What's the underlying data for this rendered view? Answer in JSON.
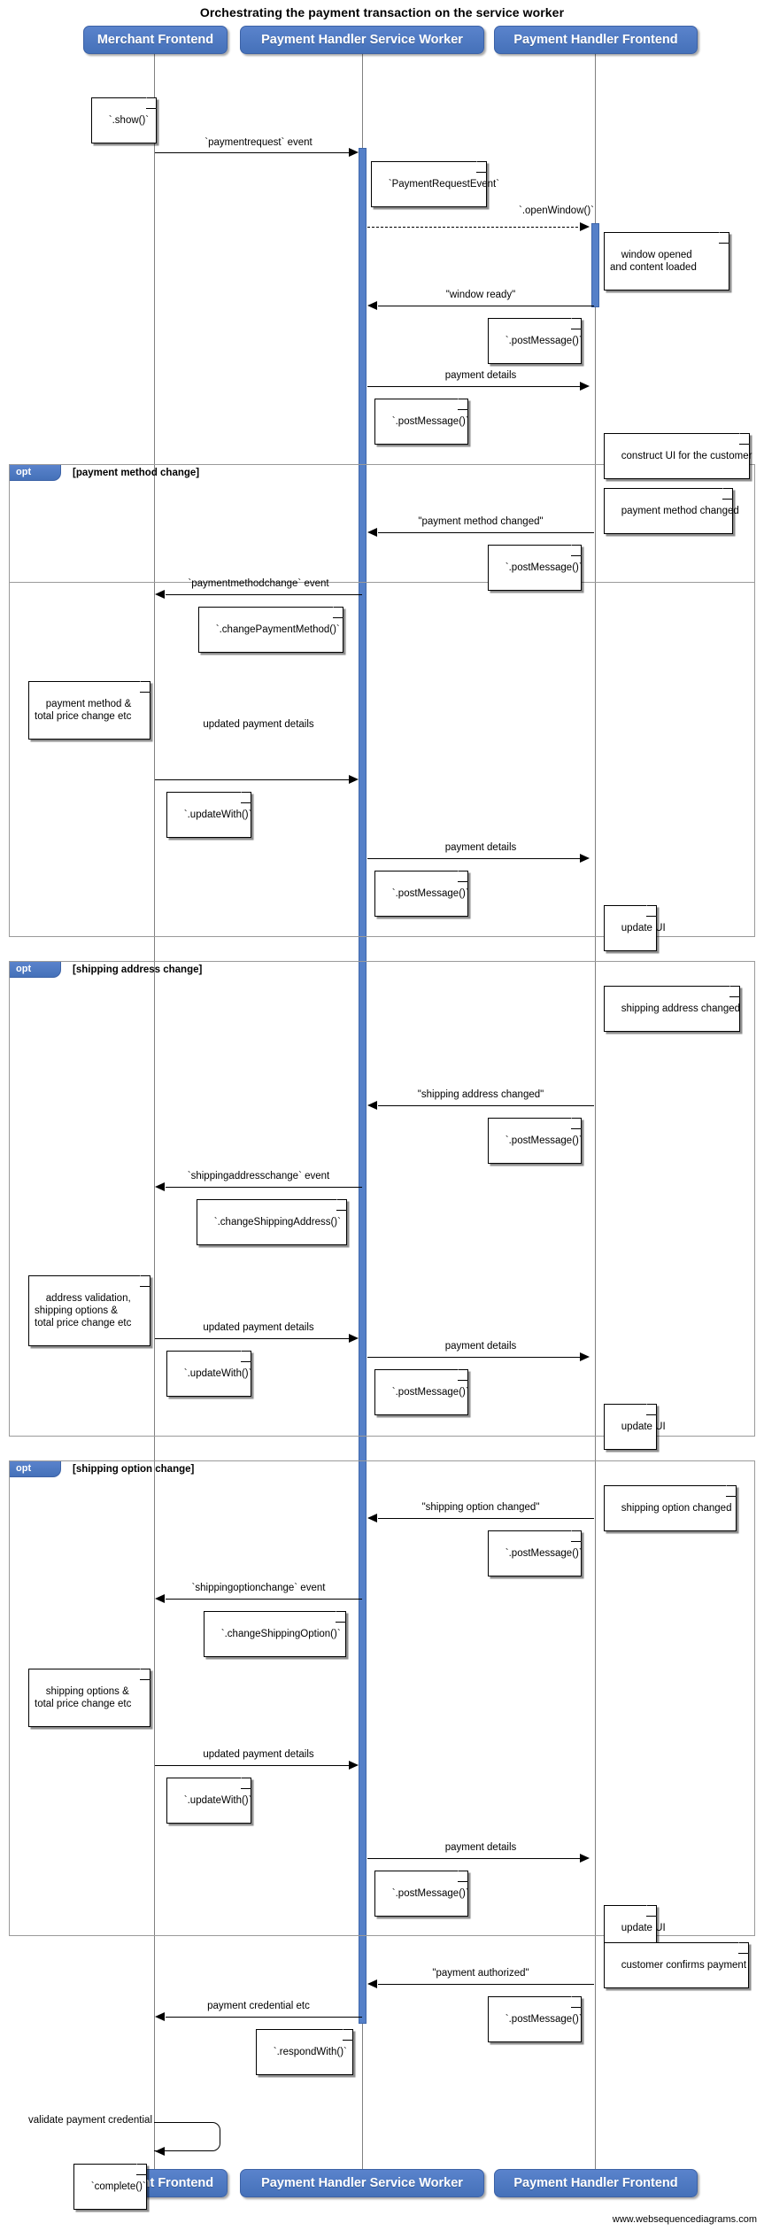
{
  "title": "Orchestrating the payment transaction on the service worker",
  "credit": "www.websequencediagrams.com",
  "colors": {
    "actor_fill": "#4e79c4",
    "activation_fill": "#5580c8",
    "lifeline": "#808080",
    "fragment_border": "#9a9a9a",
    "note_fill": "#ffffff",
    "text": "#000000"
  },
  "participants": [
    {
      "id": "merchant",
      "label": "Merchant Frontend"
    },
    {
      "id": "sw",
      "label": "Payment Handler Service Worker"
    },
    {
      "id": "frontend",
      "label": "Payment Handler Frontend"
    }
  ],
  "fragments": [
    {
      "kind": "opt",
      "condition": "[payment method change]"
    },
    {
      "kind": "opt",
      "condition": "[shipping address change]"
    },
    {
      "kind": "opt",
      "condition": "[shipping option change]"
    }
  ],
  "messages": [
    {
      "id": "m1",
      "from": "merchant",
      "to": "sw",
      "label": "`paymentrequest` event",
      "style": "solid"
    },
    {
      "id": "m2",
      "from": "sw",
      "to": "frontend",
      "label": "`.openWindow()`",
      "style": "dashed"
    },
    {
      "id": "m3",
      "from": "frontend",
      "to": "sw",
      "label": "\"window ready\"",
      "style": "solid"
    },
    {
      "id": "m4",
      "from": "sw",
      "to": "frontend",
      "label": "payment details",
      "style": "solid"
    },
    {
      "id": "m5",
      "from": "frontend",
      "to": "sw",
      "label": "\"payment method changed\"",
      "style": "solid"
    },
    {
      "id": "m6",
      "from": "sw",
      "to": "merchant",
      "label": "`paymentmethodchange` event",
      "style": "solid"
    },
    {
      "id": "m7",
      "from": "merchant",
      "to": "sw",
      "label": "updated payment details",
      "style": "solid"
    },
    {
      "id": "m8",
      "from": "sw",
      "to": "frontend",
      "label": "payment details",
      "style": "solid"
    },
    {
      "id": "m9",
      "from": "frontend",
      "to": "sw",
      "label": "\"shipping address changed\"",
      "style": "solid"
    },
    {
      "id": "m10",
      "from": "sw",
      "to": "merchant",
      "label": "`shippingaddresschange` event",
      "style": "solid"
    },
    {
      "id": "m11",
      "from": "merchant",
      "to": "sw",
      "label": "updated payment details",
      "style": "solid"
    },
    {
      "id": "m12",
      "from": "sw",
      "to": "frontend",
      "label": "payment details",
      "style": "solid"
    },
    {
      "id": "m13",
      "from": "frontend",
      "to": "sw",
      "label": "\"shipping option changed\"",
      "style": "solid"
    },
    {
      "id": "m14",
      "from": "sw",
      "to": "merchant",
      "label": "`shippingoptionchange` event",
      "style": "solid"
    },
    {
      "id": "m15",
      "from": "merchant",
      "to": "sw",
      "label": "updated payment details",
      "style": "solid"
    },
    {
      "id": "m16",
      "from": "sw",
      "to": "frontend",
      "label": "payment details",
      "style": "solid"
    },
    {
      "id": "m17",
      "from": "frontend",
      "to": "sw",
      "label": "\"payment authorized\"",
      "style": "solid"
    },
    {
      "id": "m18",
      "from": "sw",
      "to": "merchant",
      "label": "payment credential etc",
      "style": "solid"
    },
    {
      "id": "m19",
      "from": "merchant",
      "to": "merchant",
      "label": "validate payment credential",
      "style": "self"
    }
  ],
  "notes": [
    {
      "id": "n1",
      "text": "`.show()`"
    },
    {
      "id": "n2",
      "text": "`PaymentRequestEvent`"
    },
    {
      "id": "n3",
      "text": "window opened\nand content loaded"
    },
    {
      "id": "n4",
      "text": "`.postMessage()`"
    },
    {
      "id": "n5",
      "text": "`.postMessage()`"
    },
    {
      "id": "n6",
      "text": "construct UI for the customer"
    },
    {
      "id": "n7",
      "text": "payment method changed"
    },
    {
      "id": "n8",
      "text": "`.postMessage()`"
    },
    {
      "id": "n9",
      "text": "`.changePaymentMethod()`"
    },
    {
      "id": "n10",
      "text": "payment method &\ntotal price change etc"
    },
    {
      "id": "n11",
      "text": "`.updateWith()`"
    },
    {
      "id": "n12",
      "text": "`.postMessage()`"
    },
    {
      "id": "n13",
      "text": "update UI"
    },
    {
      "id": "n14",
      "text": "shipping address changed"
    },
    {
      "id": "n15",
      "text": "`.postMessage()`"
    },
    {
      "id": "n16",
      "text": "`.changeShippingAddress()`"
    },
    {
      "id": "n17",
      "text": "address validation,\nshipping options &\ntotal price change etc"
    },
    {
      "id": "n18",
      "text": "`.updateWith()`"
    },
    {
      "id": "n19",
      "text": "`.postMessage()`"
    },
    {
      "id": "n20",
      "text": "update UI"
    },
    {
      "id": "n21",
      "text": "shipping option changed"
    },
    {
      "id": "n22",
      "text": "`.postMessage()`"
    },
    {
      "id": "n23",
      "text": "`.changeShippingOption()`"
    },
    {
      "id": "n24",
      "text": "shipping options &\ntotal price change etc"
    },
    {
      "id": "n25",
      "text": "`.updateWith()`"
    },
    {
      "id": "n26",
      "text": "`.postMessage()`"
    },
    {
      "id": "n27",
      "text": "update UI"
    },
    {
      "id": "n28",
      "text": "customer confirms payment"
    },
    {
      "id": "n29",
      "text": "`.postMessage()`"
    },
    {
      "id": "n30",
      "text": "`.respondWith()`"
    },
    {
      "id": "n31",
      "text": "`complete()`"
    }
  ]
}
